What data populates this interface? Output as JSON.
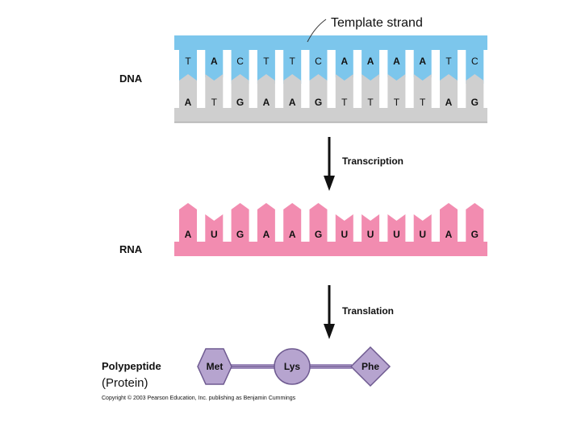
{
  "template_label": "Template strand",
  "dna_label": "DNA",
  "rna_label": "RNA",
  "polypeptide_label": "Polypeptide",
  "protein_label": "(Protein)",
  "transcription_label": "Transcription",
  "translation_label": "Translation",
  "copyright": "Copyright © 2003 Pearson Education, Inc. publishing as Benjamin Cummings",
  "dna_template_bases": [
    "T",
    "A",
    "C",
    "T",
    "T",
    "C",
    "A",
    "A",
    "A",
    "A",
    "T",
    "C"
  ],
  "dna_coding_bases": [
    "A",
    "T",
    "G",
    "A",
    "A",
    "G",
    "T",
    "T",
    "T",
    "T",
    "A",
    "G"
  ],
  "rna_bases": [
    "A",
    "U",
    "G",
    "A",
    "A",
    "G",
    "U",
    "U",
    "U",
    "U",
    "A",
    "G"
  ],
  "amino_acids": [
    "Met",
    "Lys",
    "Phe"
  ],
  "colors": {
    "dna_template": "#7cc6ec",
    "dna_coding": "#cfcfcf",
    "rna": "#f28cb0",
    "amino_acid": "#b6a4cf",
    "amino_acid_stroke": "#6e5a90",
    "backbone_link": "#9d8bbb",
    "arrow": "#111111"
  }
}
